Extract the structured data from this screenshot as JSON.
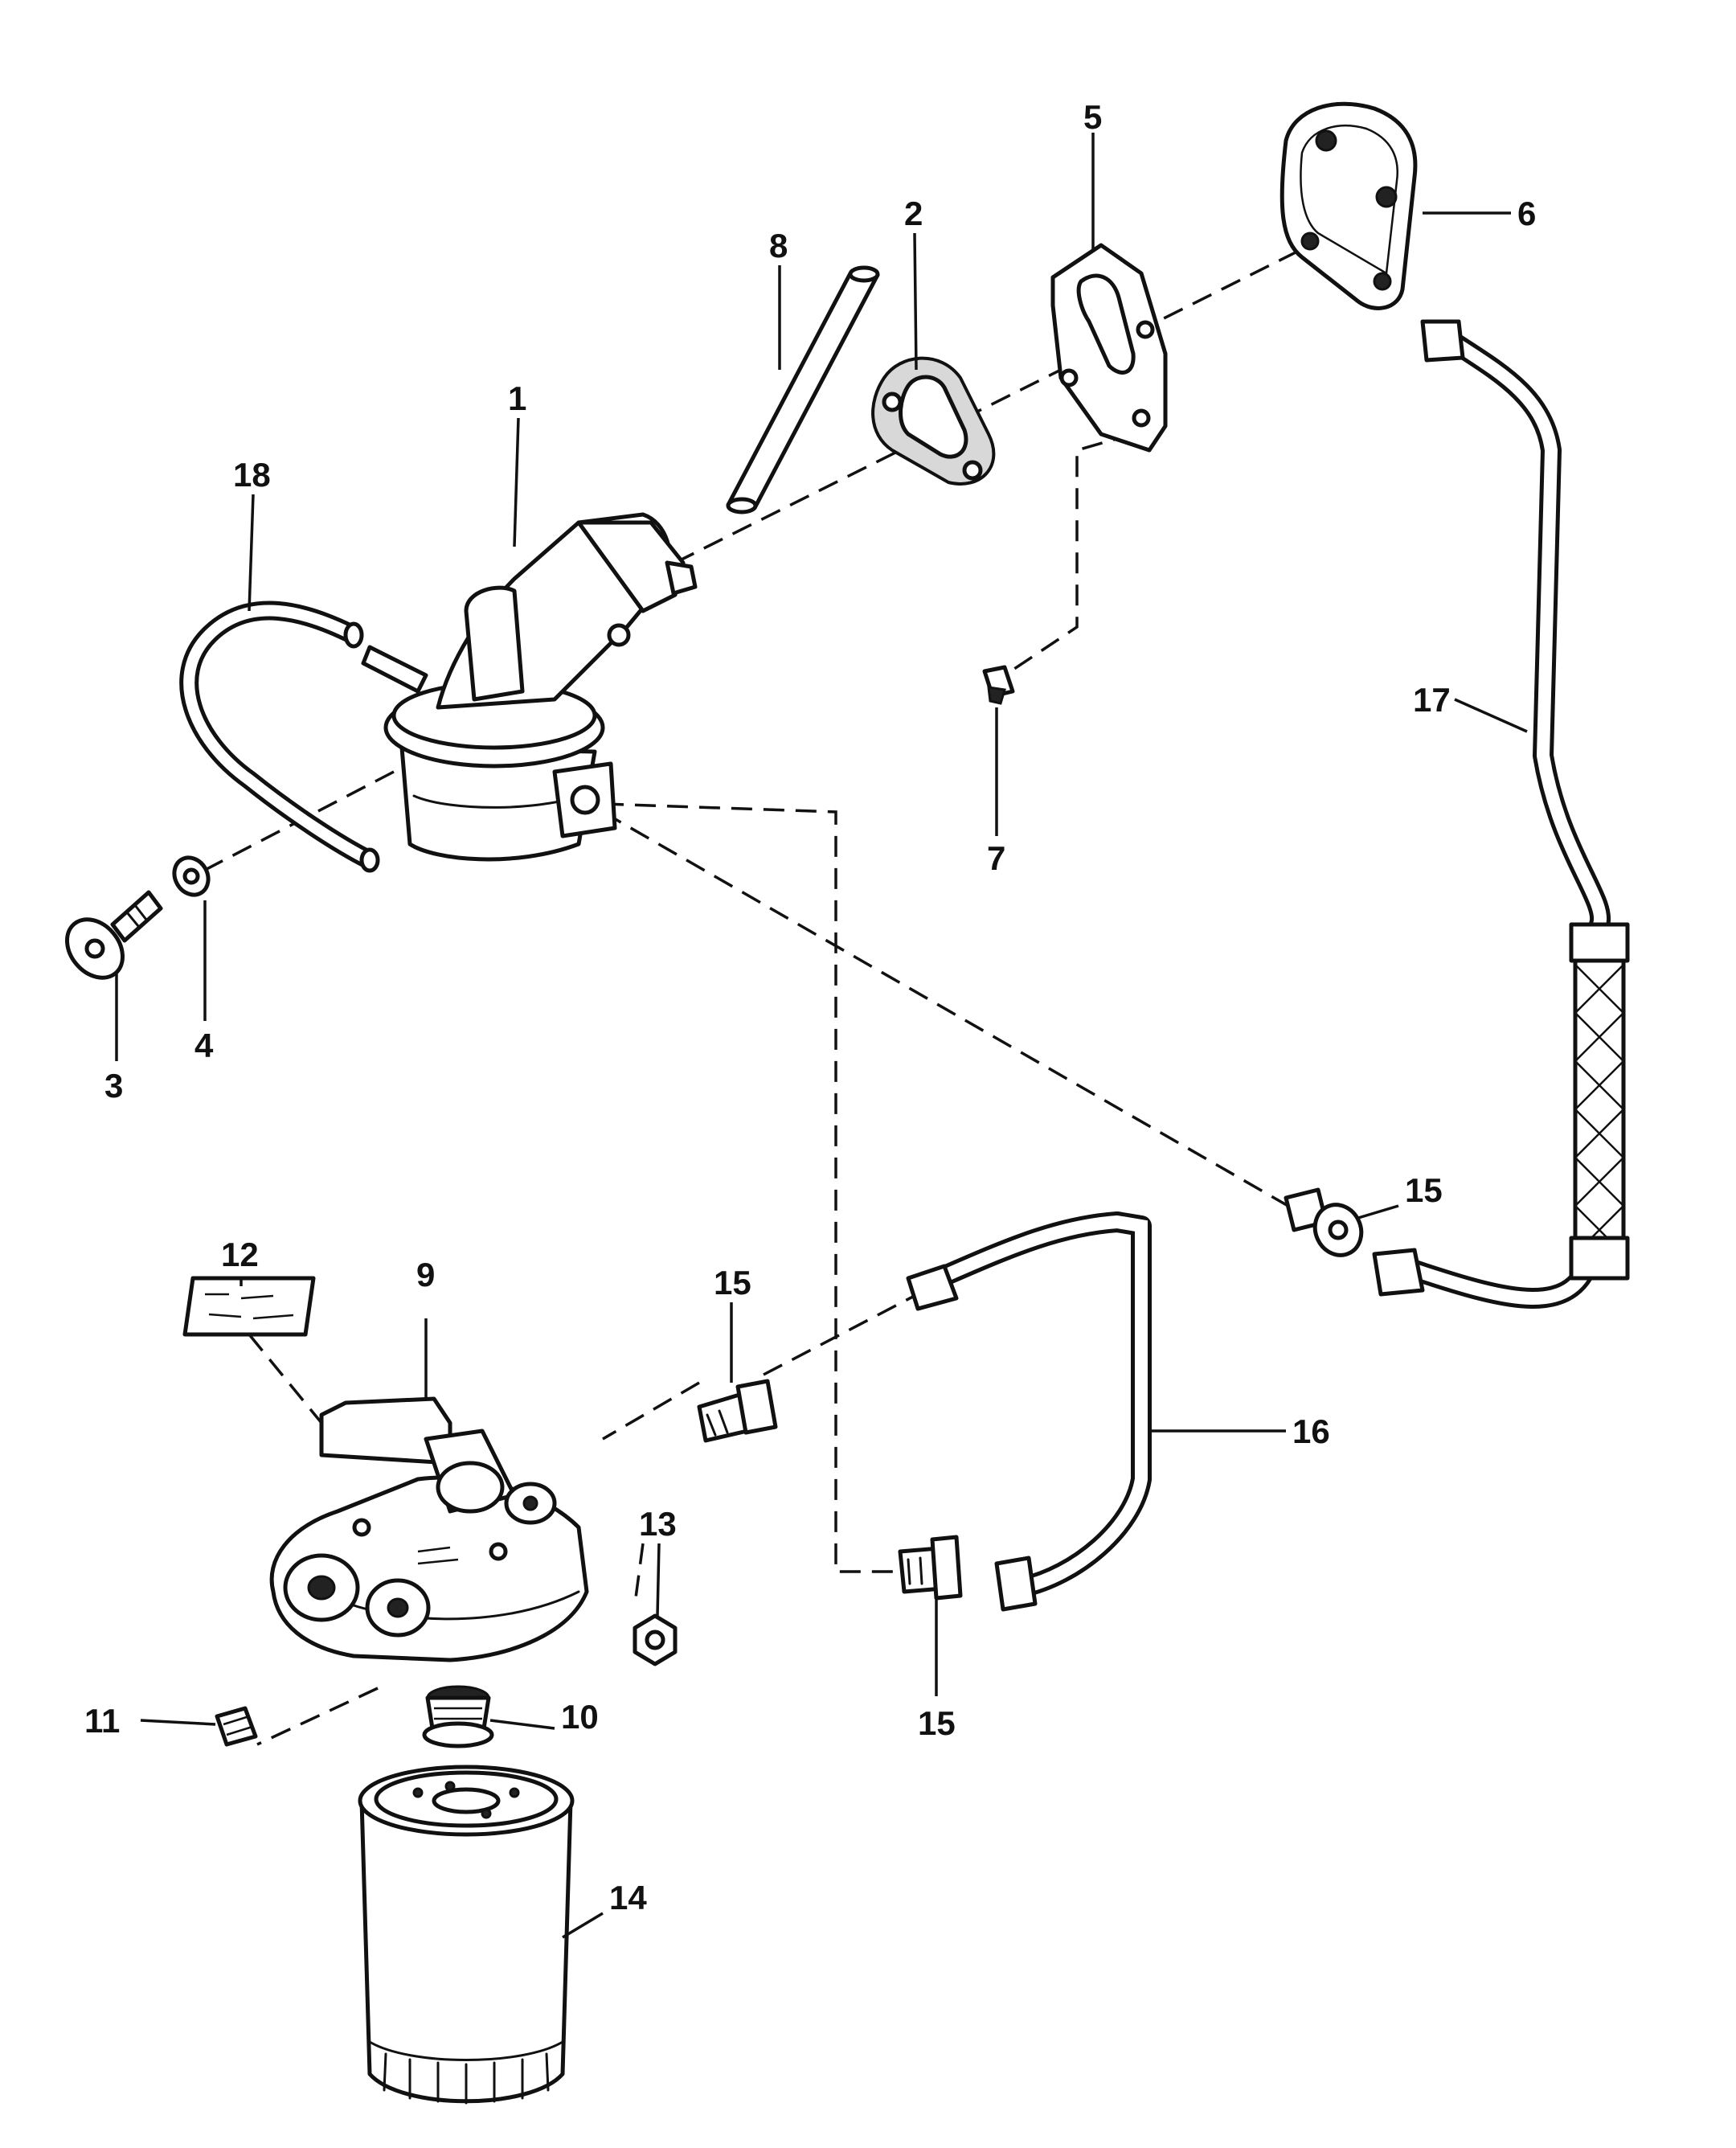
{
  "callouts": [
    "1",
    "2",
    "3",
    "4",
    "5",
    "6",
    "7",
    "8",
    "9",
    "10",
    "11",
    "12",
    "13",
    "14",
    "15",
    "15",
    "15",
    "16",
    "17",
    "18"
  ],
  "colors": {
    "line": "#111111",
    "background": "#ffffff",
    "shade": "#d8d8d8"
  }
}
